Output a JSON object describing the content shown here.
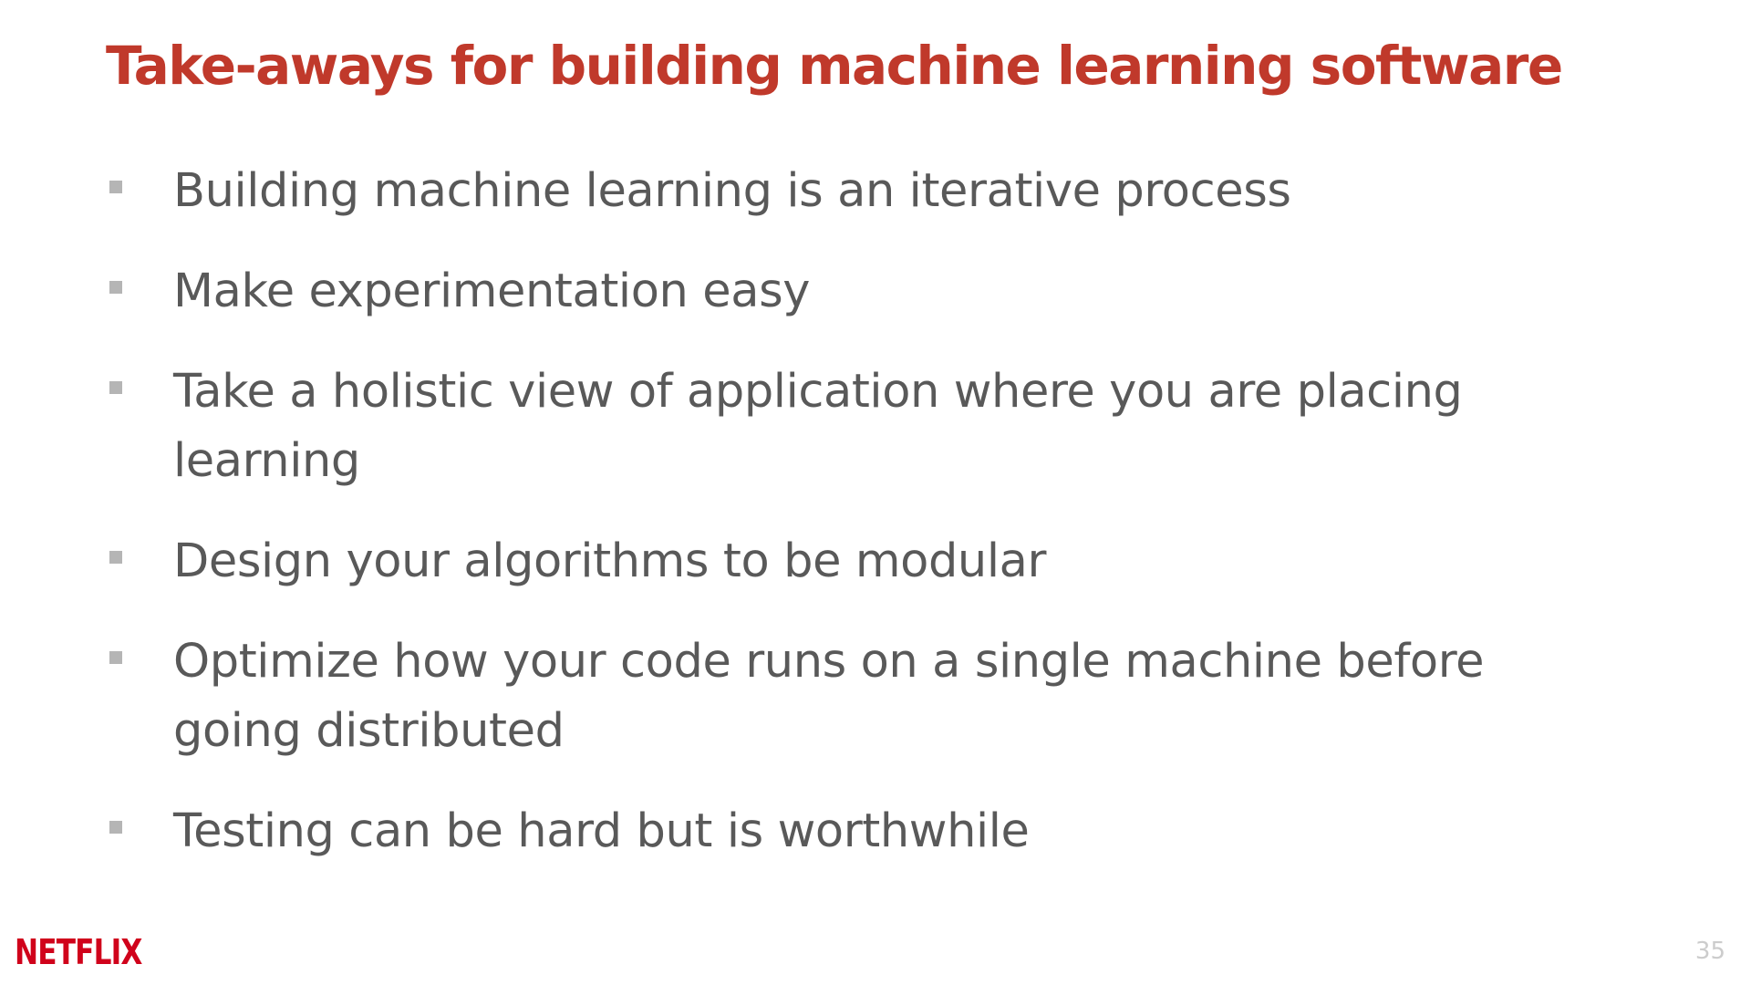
{
  "slide": {
    "title": "Take-aways for building machine learning software",
    "bullets": [
      "Building machine learning is an iterative process",
      "Make experimentation easy",
      "Take a holistic view of application where you are placing learning",
      "Design your algorithms to be modular",
      "Optimize how your code runs on a single machine before going distributed",
      "Testing can be hard but is worthwhile"
    ],
    "logo_text": "NETFLIX",
    "page_number": "35"
  },
  "colors": {
    "title": "#c0392b",
    "body_text": "#595959",
    "bullet_marker": "#b5b5b5",
    "logo": "#d0021b",
    "page_number": "#cccccc",
    "background": "#ffffff"
  }
}
